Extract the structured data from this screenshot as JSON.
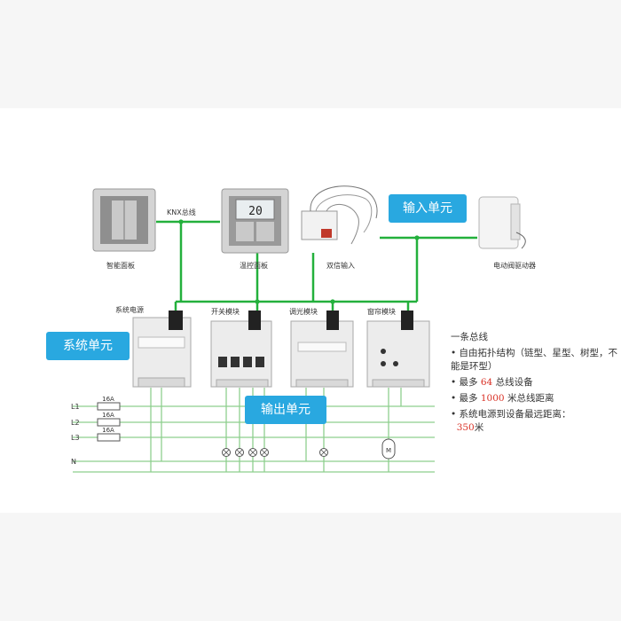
{
  "labels": {
    "bus": "KNX总线",
    "smart_panel": "智能面板",
    "thermo_panel": "温控面板",
    "thermo_display": "20",
    "binary_input": "双信输入",
    "valve_actuator": "电动阀驱动器",
    "system_power": "系统电源",
    "switch_module": "开关模块",
    "dimmer_module": "调光模块",
    "curtain_module": "窗帘模块"
  },
  "callouts": {
    "input_unit": "输入单元",
    "system_unit": "系统单元",
    "output_unit": "输出单元"
  },
  "wiring": {
    "phases": [
      "L1",
      "L2",
      "L3"
    ],
    "neutral": "N",
    "breaker_rating": "16A",
    "motor_symbol": "M"
  },
  "notes": {
    "title": "一条总线",
    "item1": "自由拓扑结构（链型、星型、树型，不能是环型）",
    "item2_prefix": "最多",
    "item2_value": "64",
    "item2_suffix": "总线设备",
    "item3_prefix": "最多",
    "item3_value": "1000",
    "item3_suffix": "米总线距离",
    "item4_prefix": "系统电源到设备最远距离：",
    "item4_value": "350",
    "item4_suffix": "米"
  },
  "colors": {
    "bus": "#23b03c",
    "accent": "#29a8e0",
    "highlight_red": "#d93025",
    "wire": "#8ecf8e",
    "band": "#f6f6f6"
  }
}
